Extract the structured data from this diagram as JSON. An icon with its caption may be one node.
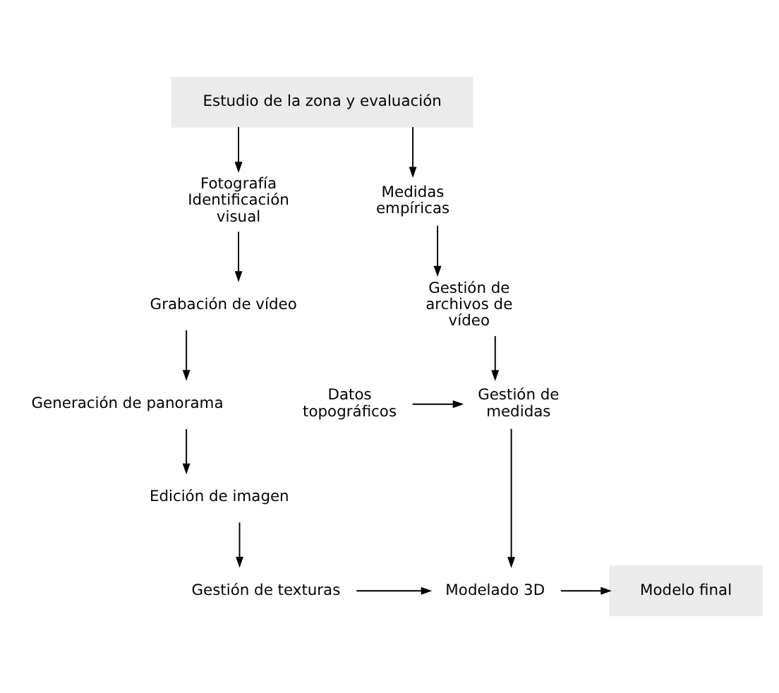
{
  "diagram": {
    "nodes": [
      {
        "text": [
          "Estudio de la zona y evaluación"
        ]
      },
      {
        "text": [
          "Fotografía Identificación visual"
        ]
      },
      {
        "text": [
          "Medidas empíricas"
        ]
      },
      {
        "text": [
          "Grabación de vídeo"
        ]
      },
      {
        "text": [
          "Gestión de archivos de vídeo"
        ]
      },
      {
        "text": [
          "Generación de panorama"
        ]
      },
      {
        "text": [
          "Gestión de medidas"
        ]
      },
      {
        "text": [
          "Datos topográficos"
        ]
      },
      {
        "text": [
          "Edición de imagen"
        ]
      },
      {
        "text": [
          "Gestión de texturas"
        ]
      },
      {
        "text": [
          "Modelado 3D"
        ]
      },
      {
        "text": [
          "Modelo final"
        ]
      }
    ],
    "edges": [
      {
        "from": 0,
        "to": 1,
        "arrow": "to"
      },
      {
        "from": 0,
        "to": 2,
        "arrow": "to"
      },
      {
        "from": 1,
        "to": 3,
        "arrow": "to"
      },
      {
        "from": 3,
        "to": 5,
        "arrow": "to"
      },
      {
        "from": 5,
        "to": 8,
        "arrow": "to"
      },
      {
        "from": 8,
        "to": 9,
        "arrow": "to"
      },
      {
        "from": 2,
        "to": 4,
        "arrow": "to"
      },
      {
        "from": 4,
        "to": 6,
        "arrow": "to"
      },
      {
        "from": 7,
        "to": 6,
        "arrow": "to"
      },
      {
        "from": 6,
        "to": 10,
        "arrow": "to"
      },
      {
        "from": 9,
        "to": 10,
        "arrow": "to"
      },
      {
        "from": 10,
        "to": 11,
        "arrow": "to"
      }
    ]
  }
}
